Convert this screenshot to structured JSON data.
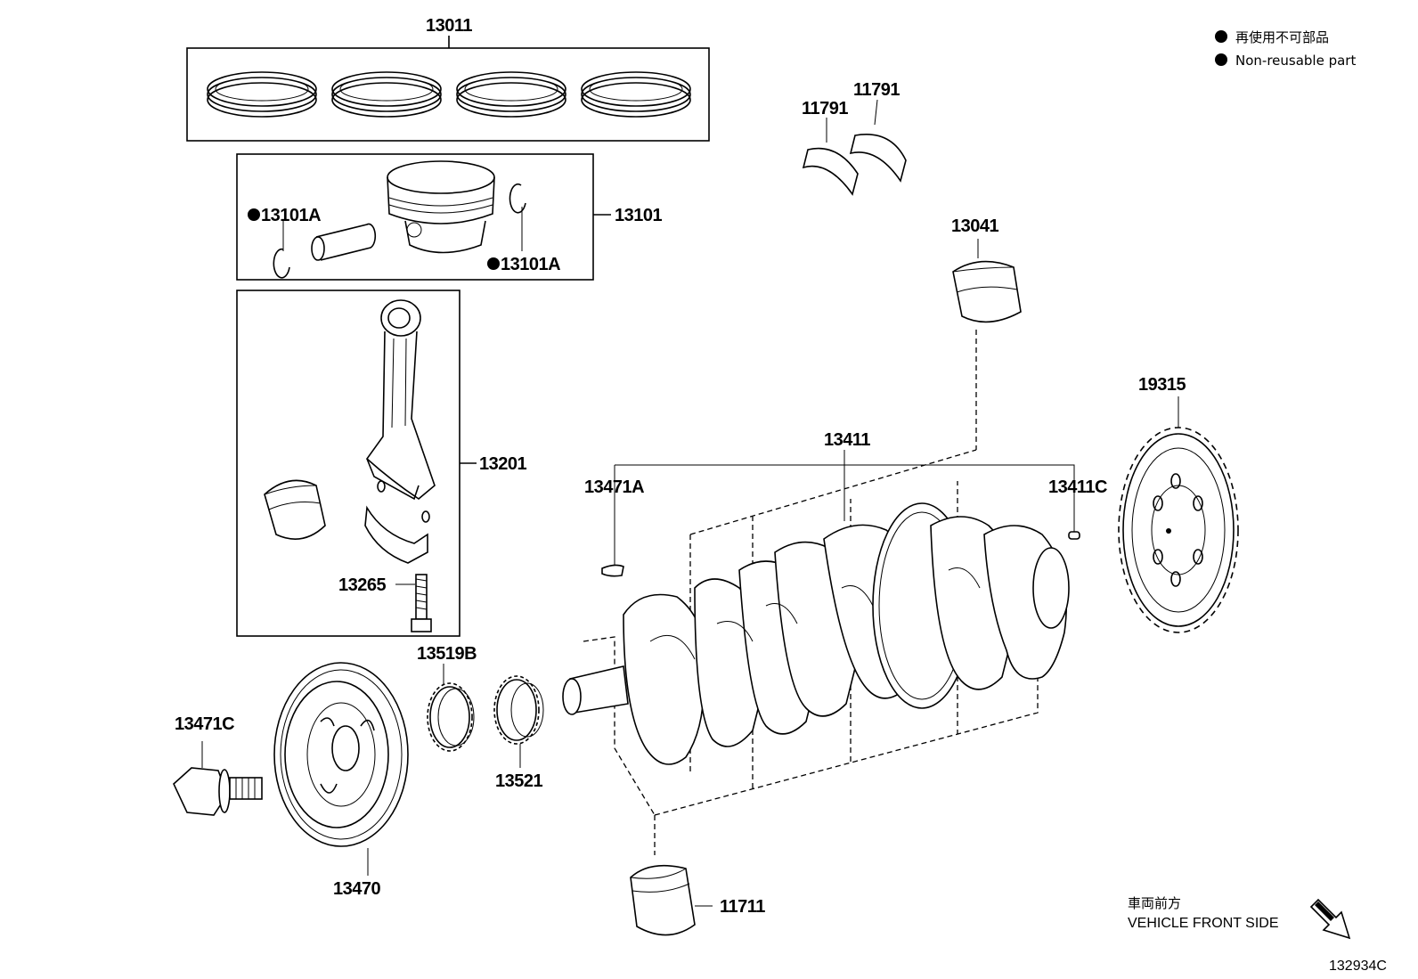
{
  "legend": {
    "line1": "再使用不可部品",
    "line2": "Non-reusable part"
  },
  "parts": {
    "p13011": "13011",
    "p13101": "13101",
    "p13101A_1": "13101A",
    "p13101A_2": "13101A",
    "p13201": "13201",
    "p13265": "13265",
    "p11791_a": "11791",
    "p11791_b": "11791",
    "p13041": "13041",
    "p13411": "13411",
    "p13471A": "13471A",
    "p13411C": "13411C",
    "p19315": "19315",
    "p13519B": "13519B",
    "p13521": "13521",
    "p13471C": "13471C",
    "p13470": "13470",
    "p11711": "11711"
  },
  "direction": {
    "jp": "車両前方",
    "en": "VEHICLE FRONT SIDE"
  },
  "figure_code": "132934C",
  "icons": {
    "non_reusable_marker": "filled-circle-icon",
    "direction_arrow": "arrow-down-right-icon"
  }
}
